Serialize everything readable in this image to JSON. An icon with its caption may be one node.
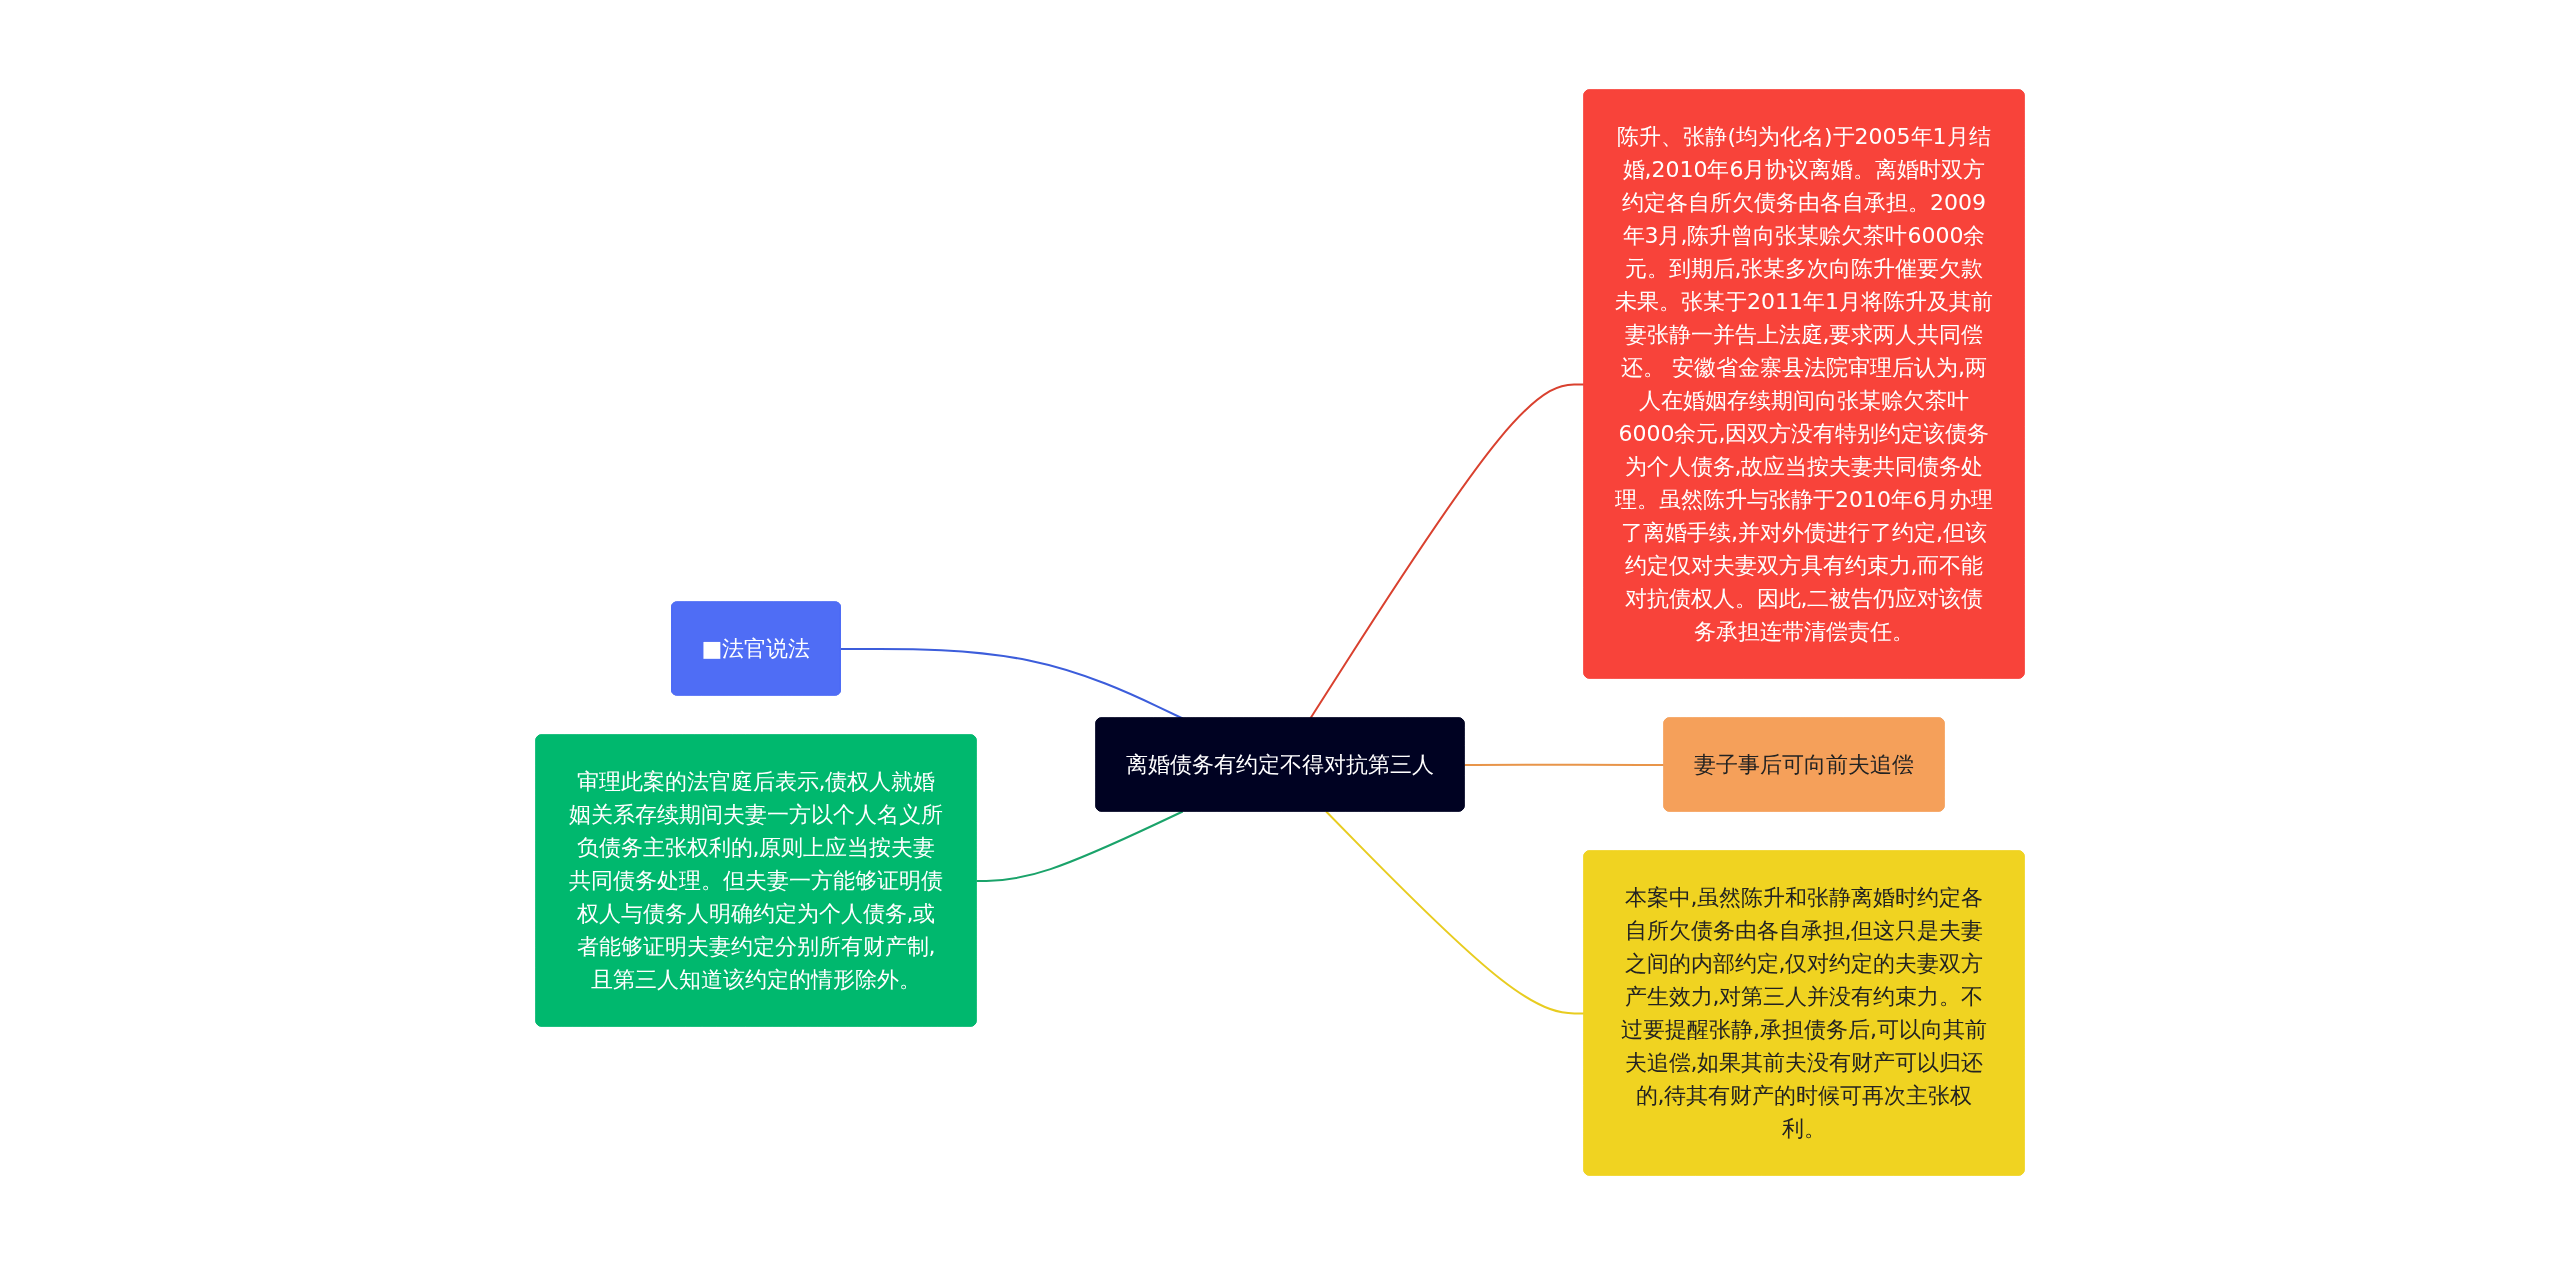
{
  "diagram": {
    "nodes": [
      {
        "text": [
          "离婚债务有约定不得对抗第三人"
        ]
      },
      {
        "text": [
          "陈升、张静(均为化名)于2005年1月结婚,2010年6月协议离婚。离婚时双方约定各自所欠债务由各自承担。2009年3月,陈升曾向张某赊欠茶叶6000余元。到期后,张某多次向陈升催要欠款未果。张某于2011年1月将陈升及其前妻张静一并告上法庭,要求两人共同偿还。 安徽省金寨县法院审理后认为,两人在婚姻存续期间向张某赊欠茶叶6000余元,因双方没有特别约定该债务为个人债务,故应当按夫妻共同债务处理。虽然陈升与张静于2010年6月办理了离婚手续,并对外债进行了约定,但该约定仅对夫妻双方具有约束力,而不能对抗债权人。因此,二被告仍应对该债务承担连带清偿责任。"
        ]
      },
      {
        "text": [
          "■法官说法"
        ]
      },
      {
        "text": [
          "审理此案的法官庭后表示,债权人就婚姻关系存续期间夫妻一方以个人名义所负债务主张权利的,原则上应当按夫妻共同债务处理。但夫妻一方能够证明债权人与债务人明确约定为个人债务,或者能够证明夫妻约定分别所有财产制,且第三人知道该约定的情形除外。"
        ]
      },
      {
        "text": [
          "妻子事后可向前夫追偿"
        ]
      },
      {
        "text": [
          "本案中,虽然陈升和张静离婚时约定各自所欠债务由各自承担,但这只是夫妻之间的内部约定,仅对约定的夫妻双方产生效力,对第三人并没有约束力。不过要提醒张静,承担债务后,可以向其前夫追偿,如果其前夫没有财产可以归还的,待其有财产的时候可再次主张权利。"
        ]
      }
    ],
    "edges": [
      {
        "from": 0,
        "to": 1,
        "arrow": "none",
        "color": "#d9412f"
      },
      {
        "from": 0,
        "to": 2,
        "arrow": "none",
        "color": "#3c5ddb"
      },
      {
        "from": 0,
        "to": 3,
        "arrow": "none",
        "color": "#1aa36a"
      },
      {
        "from": 0,
        "to": 4,
        "arrow": "none",
        "color": "#e8954a"
      },
      {
        "from": 0,
        "to": 5,
        "arrow": "none",
        "color": "#e8cc20"
      }
    ]
  }
}
